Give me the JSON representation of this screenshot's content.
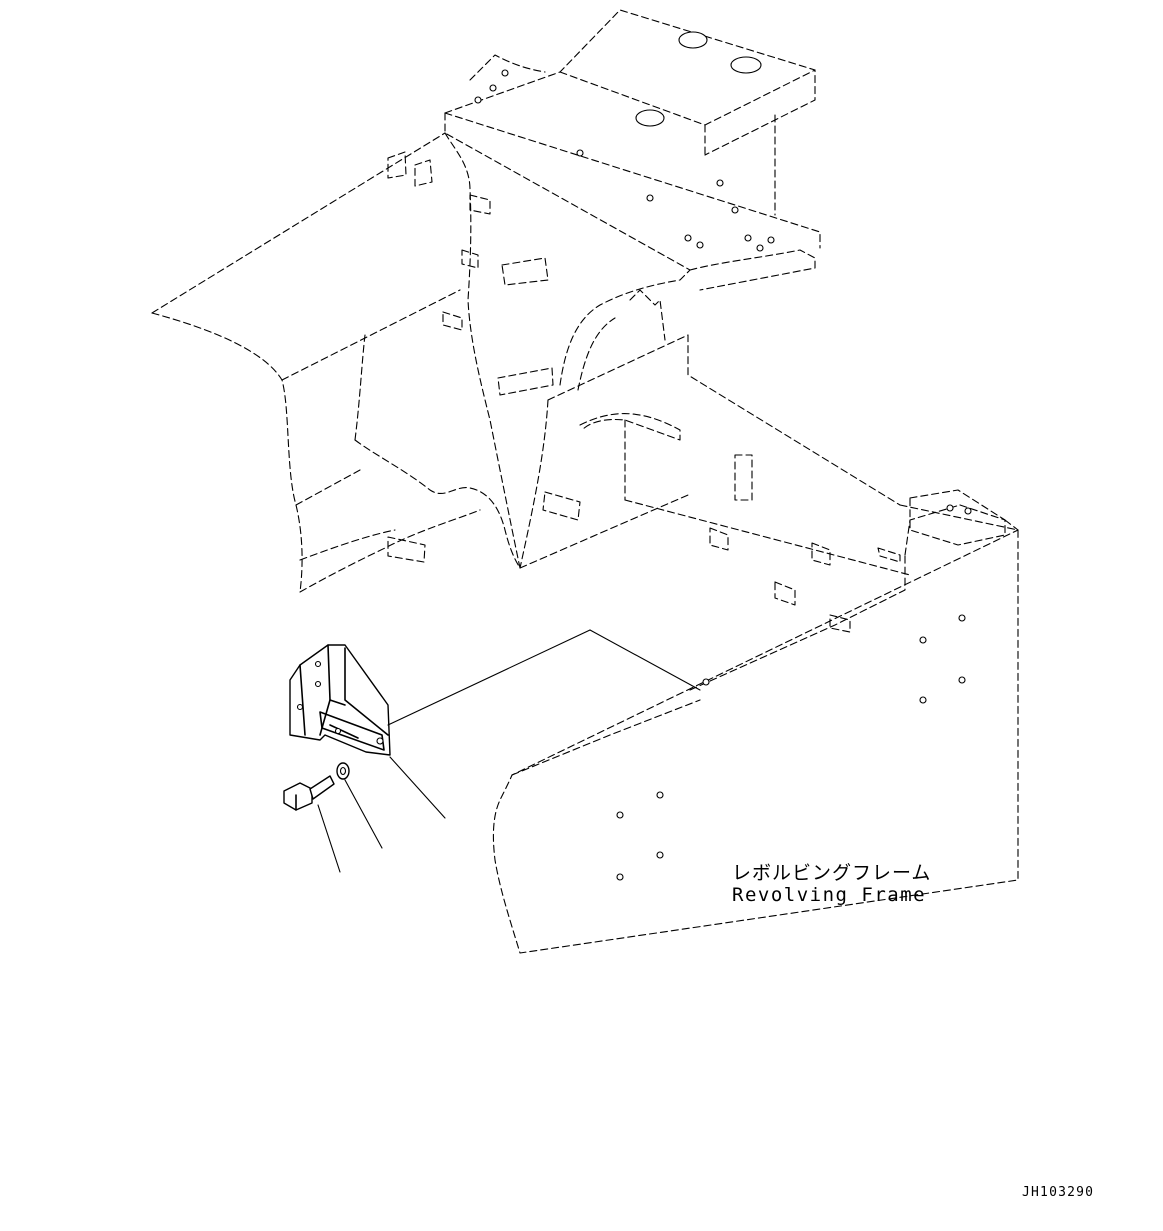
{
  "diagram": {
    "label_japanese": "レボルビングフレーム",
    "label_english": "Revolving Frame",
    "drawing_number": "JH103290"
  },
  "parts": [
    {
      "name": "bracket"
    },
    {
      "name": "bolt"
    },
    {
      "name": "washer"
    }
  ],
  "colors": {
    "line": "#000000",
    "background": "#ffffff"
  }
}
